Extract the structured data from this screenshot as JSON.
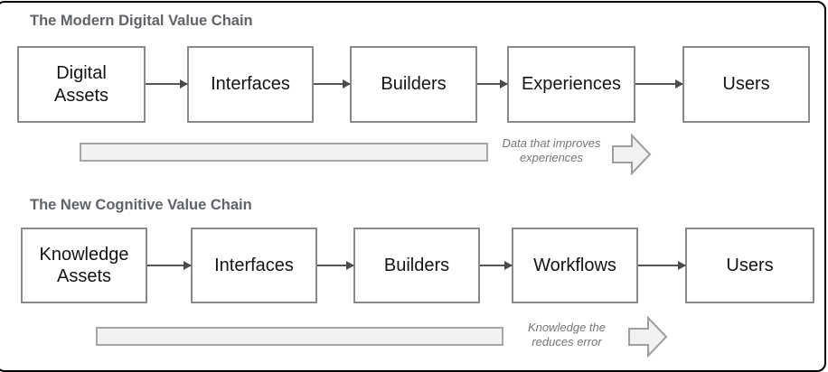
{
  "diagram": {
    "sections": [
      {
        "title": "The Modern Digital Value Chain",
        "nodes": [
          "Digital\nAssets",
          "Interfaces",
          "Builders",
          "Experiences",
          "Users"
        ],
        "feedback_label": "Data that improves experiences"
      },
      {
        "title": "The New Cognitive Value Chain",
        "nodes": [
          "Knowledge\nAssets",
          "Interfaces",
          "Builders",
          "Workflows",
          "Users"
        ],
        "feedback_label": "Knowledge the reduces error"
      }
    ],
    "colors": {
      "frame_border": "#000000",
      "title_text": "#5f6368",
      "node_border": "#8a8a8a",
      "node_text": "#141414",
      "connector": "#555555",
      "bar_fill": "#f2f2f2",
      "bar_border": "#a6a6a6",
      "caption_text": "#757575",
      "block_arrow_fill": "#f1f1f1",
      "block_arrow_border": "#9e9e9e"
    }
  }
}
